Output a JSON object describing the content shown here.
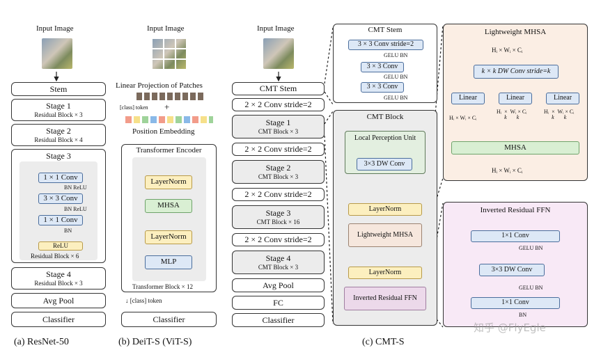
{
  "common": {
    "input_image": "Input Image",
    "avg_pool": "Avg Pool",
    "classifier": "Classifier"
  },
  "resnet": {
    "stem": "Stem",
    "stage1": "Stage 1",
    "stage1_sub": "Residual Block × 3",
    "stage2": "Stage 2",
    "stage2_sub": "Residual Block × 4",
    "stage3": "Stage 3",
    "conv1": "1 × 1 Conv",
    "conv3": "3 × 3 Conv",
    "conv1b": "1 × 1 Conv",
    "bn_relu": "BN ReLU",
    "bn": "BN",
    "relu": "ReLU",
    "stage3_sub": "Residual Block × 6",
    "stage4": "Stage 4",
    "stage4_sub": "Residual Block × 3",
    "caption": "(a)  ResNet-50"
  },
  "deit": {
    "linear_proj": "Linear Projection of Patches",
    "class_token": "[class] token",
    "plus": "+",
    "pos_embedding": "Position Embedding",
    "encoder": "Transformer Encoder",
    "layernorm": "LayerNorm",
    "mhsa": "MHSA",
    "mlp": "MLP",
    "block_count": "Transformer Block × 12",
    "class_token_out": "[class] token",
    "caption": "(b) DeiT-S (ViT-S)"
  },
  "cmt": {
    "cmt_stem": "CMT Stem",
    "downsample": "2 × 2 Conv stride=2",
    "stage1": "Stage 1",
    "stage1_sub": "CMT Block × 3",
    "stage2": "Stage 2",
    "stage2_sub": "CMT Block × 3",
    "stage3": "Stage 3",
    "stage3_sub": "CMT Block × 16",
    "stage4": "Stage 4",
    "stage4_sub": "CMT Block × 3",
    "fc": "FC",
    "caption": "(c) CMT-S",
    "stem_detail": {
      "title": "CMT Stem",
      "conv_stride": "3 × 3 Conv stride=2",
      "conv": "3 × 3 Conv",
      "gelu_bn": "GELU BN"
    },
    "block_detail": {
      "title": "CMT Block",
      "lpu": "Local Perception Unit",
      "dwconv": "3×3 DW Conv",
      "layernorm": "LayerNorm",
      "lmhsa": "Lightweight MHSA",
      "irffn": "Inverted Residual FFN"
    },
    "mhsa_detail": {
      "title": "Lightweight MHSA",
      "input_dim": "Hᵢ × Wᵢ × Cᵢ",
      "dw_conv": "k × k DW Conv stride=k",
      "linear": "Linear",
      "q_dim": "Hᵢ × Wᵢ × Cᵢ",
      "k_dim_a": "Hᵢ",
      "k_dim_b": "k",
      "k_dim_c": "Wᵢ",
      "k_dim_d": "k",
      "k_dim_e": "× Cᵢ",
      "mhsa": "MHSA",
      "output_dim": "Hᵢ × Wᵢ × Cᵢ"
    },
    "ffn_detail": {
      "title": "Inverted Residual FFN",
      "conv1": "1×1 Conv",
      "gelu_bn": "GELU BN",
      "dwconv": "3×3 DW Conv",
      "conv1b": "1×1 Conv",
      "bn": "BN"
    }
  },
  "watermark": "知乎 @FlyEgle",
  "colors": {
    "blue": "#dde8f6",
    "yellow": "#fcefbf",
    "green": "#d9efd3",
    "pink": "#ecd9ea",
    "peach": "#fbeee4",
    "lavender": "#f8e9f6"
  }
}
